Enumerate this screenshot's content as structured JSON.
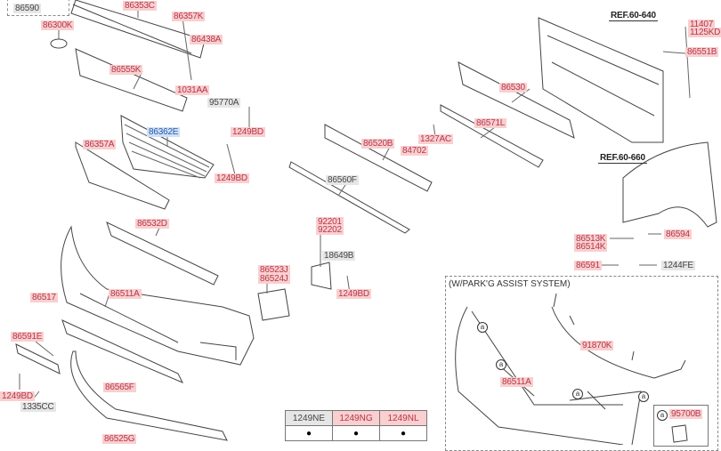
{
  "diagram": {
    "labels": {
      "p86590": "86590",
      "p86353C": "86353C",
      "p86357K": "86357K",
      "p86438A": "86438A",
      "p86300K": "86300K",
      "p86555K": "86555K",
      "p1031AA": "1031AA",
      "p95770A": "95770A",
      "p86362E": "86362E",
      "p1249BD_a": "1249BD",
      "p86357A": "86357A",
      "p1249BD_b": "1249BD",
      "p86532D": "86532D",
      "p86530": "86530",
      "p86571L": "86571L",
      "p1327AC": "1327AC",
      "p86520B": "86520B",
      "p84702": "84702",
      "p86560F": "86560F",
      "p92201": "92201",
      "p92202": "92202",
      "p18649B": "18649B",
      "p86523J": "86523J",
      "p86524J": "86524J",
      "p1249BD_c": "1249BD",
      "ref60640": "REF.60-640",
      "p11407": "11407",
      "p1125KD": "1125KD",
      "p86551B": "86551B",
      "ref60660": "REF.60-660",
      "p86594": "86594",
      "p86513K": "86513K",
      "p86514K": "86514K",
      "p86591": "86591",
      "p1244FE": "1244FE",
      "p86517": "86517",
      "p86511A": "86511A",
      "p86591E": "86591E",
      "p86565F": "86565F",
      "p1249BD_d": "1249BD",
      "p1335CC": "1335CC",
      "p86525G": "86525G"
    },
    "bolt_table": [
      "1249NE",
      "1249NG",
      "1249NL"
    ],
    "park_assist": {
      "title": "(W/PARK'G ASSIST SYSTEM)",
      "p91870K": "91870K",
      "p86511A": "86511A",
      "p95700B": "95700B",
      "marker": "a"
    }
  }
}
